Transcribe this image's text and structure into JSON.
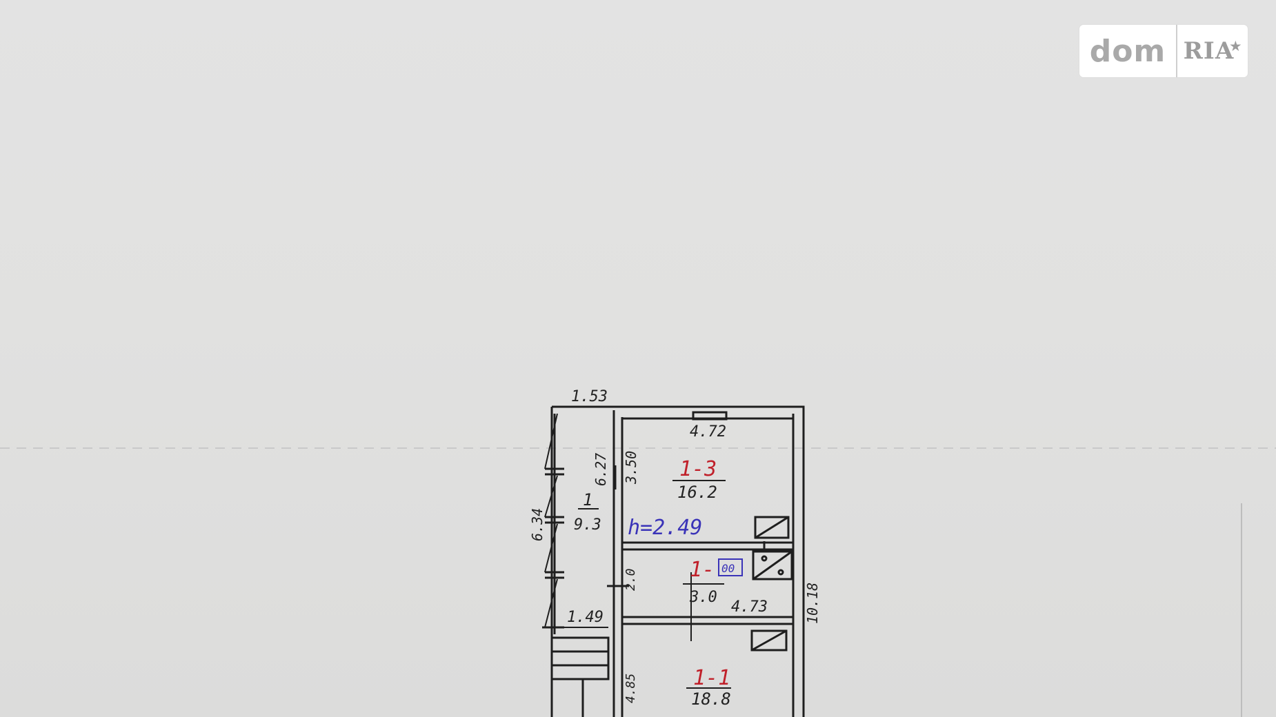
{
  "watermark": {
    "left": "dom",
    "right": "RIA",
    "star": "★"
  },
  "plan": {
    "dimensions": {
      "top_width": "1.53",
      "room3_width": "4.72",
      "corridor_length": "6.27",
      "room3_depth": "3.50",
      "veranda_length": "6.34",
      "room2_depth": "2.0",
      "room2_width": "4.73",
      "total_length": "10.18",
      "stair_width": "1.49",
      "room1_depth": "4.85"
    },
    "rooms": [
      {
        "id": "1-3",
        "area": "16.2"
      },
      {
        "id": "1",
        "area": "9.3"
      },
      {
        "id": "1-",
        "area": "3.0"
      },
      {
        "id": "1-1",
        "area": "18.8"
      }
    ],
    "height_note": "h=2.49",
    "wc_label": "00"
  }
}
